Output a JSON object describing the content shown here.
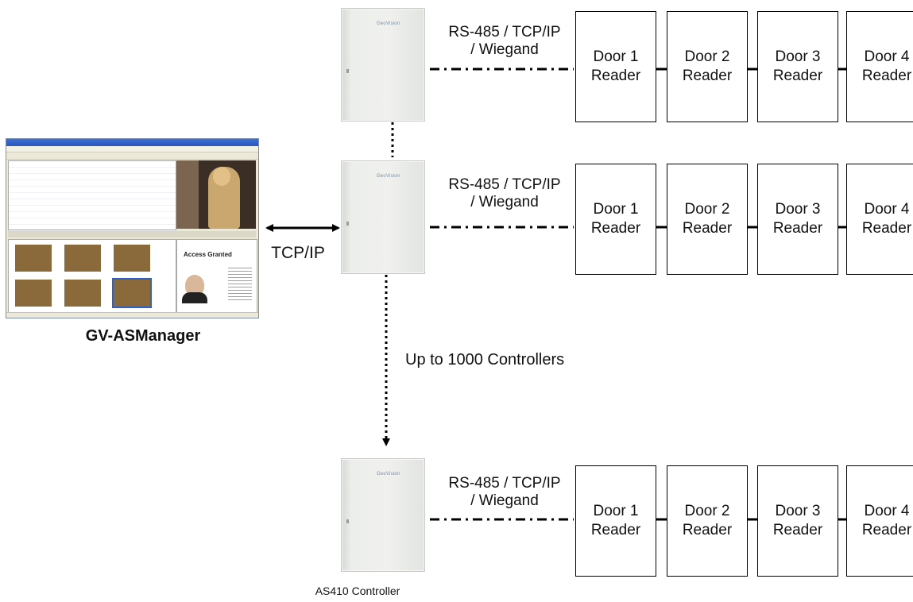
{
  "app_caption": "GV-ASManager",
  "app_screenshot": {
    "panel_title": "Access Granted"
  },
  "link_label": "TCP/IP",
  "controller_count_label": "Up to 1000 Controllers",
  "controller_caption": "AS410 Controller",
  "controller_logo": "GeoVision",
  "rows": [
    {
      "connection": [
        "RS-485 / TCP/IP",
        "/ Wiegand"
      ],
      "doors": [
        [
          "Door 1",
          "Reader"
        ],
        [
          "Door 2",
          "Reader"
        ],
        [
          "Door 3",
          "Reader"
        ],
        [
          "Door 4",
          "Reader"
        ]
      ]
    },
    {
      "connection": [
        "RS-485 / TCP/IP",
        "/ Wiegand"
      ],
      "doors": [
        [
          "Door 1",
          "Reader"
        ],
        [
          "Door 2",
          "Reader"
        ],
        [
          "Door 3",
          "Reader"
        ],
        [
          "Door 4",
          "Reader"
        ]
      ]
    },
    {
      "connection": [
        "RS-485 / TCP/IP",
        "/ Wiegand"
      ],
      "doors": [
        [
          "Door 1",
          "Reader"
        ],
        [
          "Door 2",
          "Reader"
        ],
        [
          "Door 3",
          "Reader"
        ],
        [
          "Door 4",
          "Reader"
        ]
      ]
    }
  ]
}
